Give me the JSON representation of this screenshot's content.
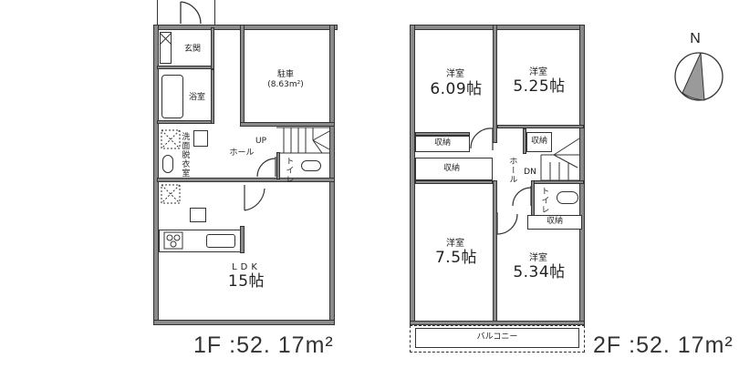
{
  "floor1": {
    "area_label": "1F :52. 17m²",
    "rooms": {
      "entrance": "玄関",
      "bath": "浴室",
      "washroom": "洗面脱衣室",
      "hall": "ホール",
      "up": "UP",
      "toilet": "トイレ",
      "garage_name": "駐車",
      "garage_size": "(8.63m²)",
      "ldk_name": "LDK",
      "ldk_size": "15帖"
    }
  },
  "floor2": {
    "area_label": "2F :52. 17m²",
    "rooms": {
      "western1_name": "洋室",
      "western1_size": "6.09帖",
      "western2_name": "洋室",
      "western2_size": "5.25帖",
      "western3_name": "洋室",
      "western3_size": "7.5帖",
      "western4_name": "洋室",
      "western4_size": "5.34帖",
      "storage1": "収納",
      "storage2": "収納",
      "storage3": "収納",
      "storage4": "収納",
      "hall": "ホール",
      "down": "DN",
      "toilet": "トイレ",
      "balcony": "バルコニー"
    }
  },
  "compass": {
    "label": "N"
  },
  "colors": {
    "wall": "#8a8a8a",
    "line": "#333333",
    "compass_fill": "#9a9a9a"
  }
}
